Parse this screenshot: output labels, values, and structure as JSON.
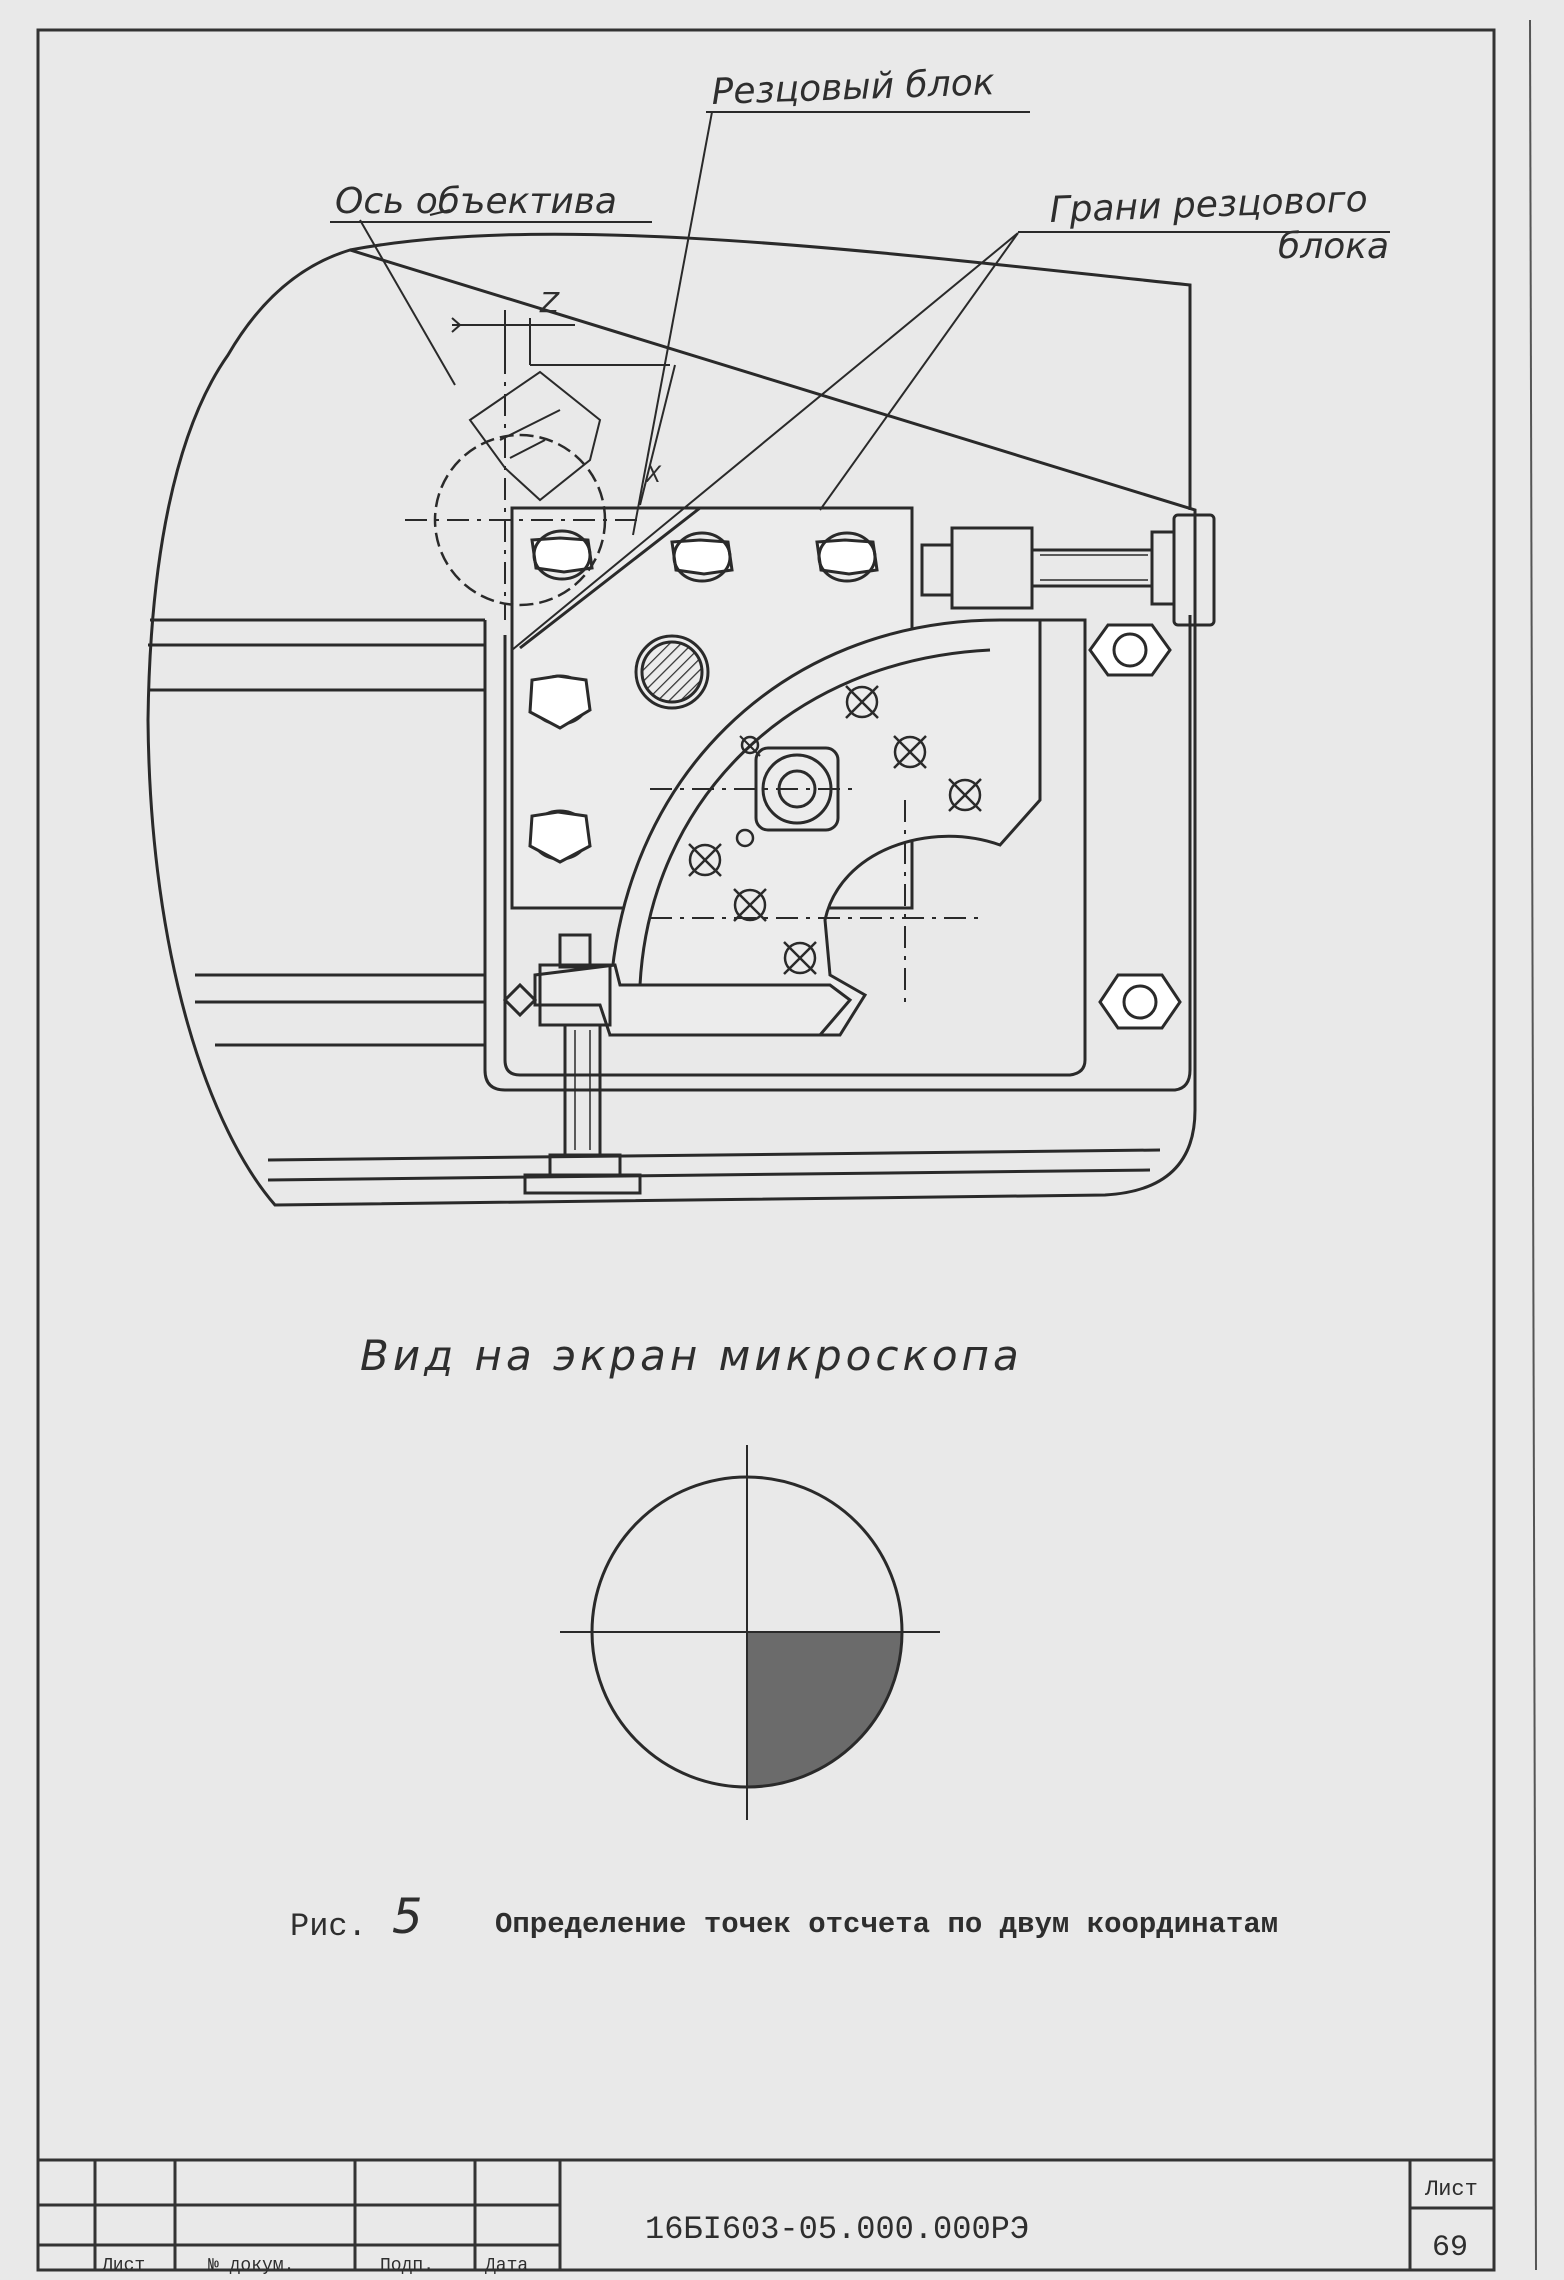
{
  "drawing": {
    "labels": {
      "cutter_block": "Резцовый блок",
      "lens_axis": "Ось объектива",
      "faces_line1": "Грани резцового",
      "faces_line2": "блока",
      "dim_z": "Z",
      "dim_x": "X"
    },
    "view_caption": "Вид на экран микроскопа"
  },
  "figure": {
    "prefix": "Рис.",
    "number": "5",
    "caption": "Определение точек отсчета по двум координатам"
  },
  "title_block": {
    "doc_number": "16БI603-05.000.000РЭ",
    "sheet_label": "Лист",
    "sheet_number": "69",
    "columns": [
      "Лист",
      "№ докум.",
      "Подп.",
      "Дата"
    ]
  }
}
